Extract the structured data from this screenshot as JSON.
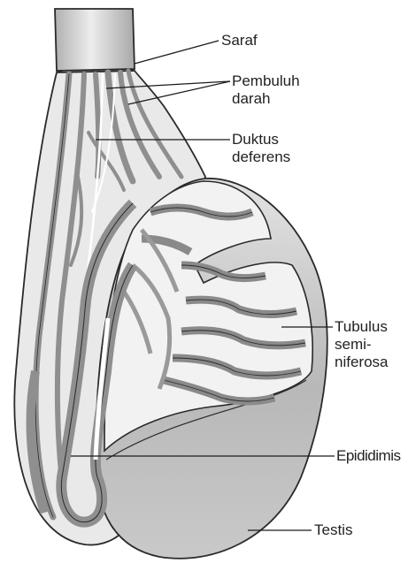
{
  "labels": {
    "saraf": "Saraf",
    "pembuluh_line1": "Pembuluh",
    "pembuluh_line2": "darah",
    "duktus_line1": "Duktus",
    "duktus_line2": "deferens",
    "tubulus_line1": "Tubulus",
    "tubulus_line2": "semi-",
    "tubulus_line3": "niferosa",
    "epididimis": "Epididimis",
    "testis": "Testis"
  },
  "colors": {
    "tissue_gray": "#8f8f8f",
    "tissue_light": "#d6d6d6",
    "outline": "#2a2a2a",
    "testis_shade": "#b5b5b5"
  }
}
